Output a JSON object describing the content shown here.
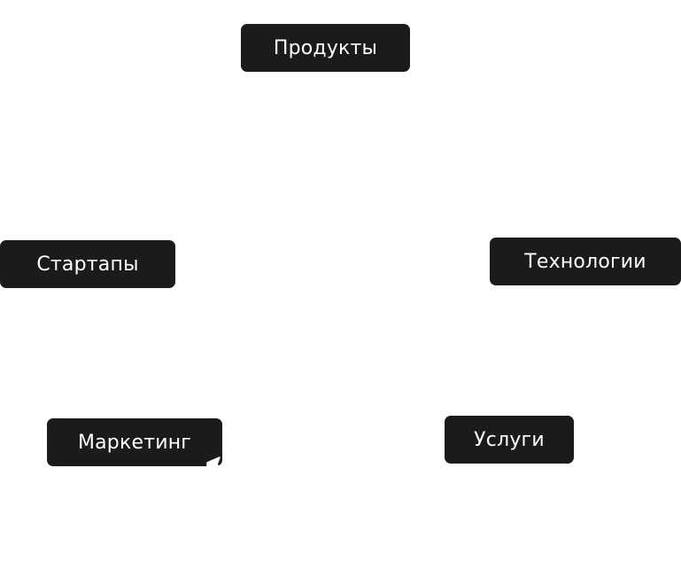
{
  "tags": {
    "products": "Продукты",
    "startups": "Стартапы",
    "technologies": "Технологии",
    "marketing": "Маркетинг",
    "services": "Услуги"
  },
  "colors": {
    "tag_background": "#1c1a1b",
    "tag_text": "#ffffff",
    "page_background": "#ffffff"
  },
  "icons": {
    "cursor": "cursor-arrow-icon"
  }
}
